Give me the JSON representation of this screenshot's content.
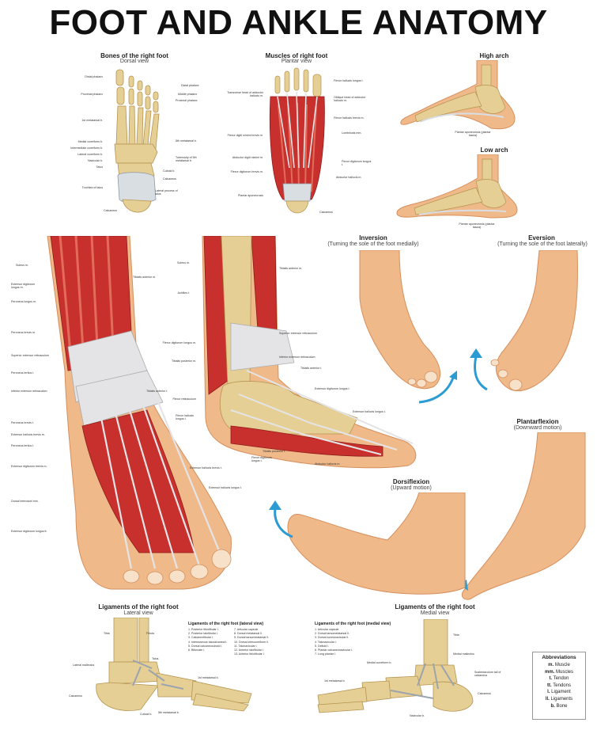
{
  "title": "FOOT AND ANKLE ANATOMY",
  "panels": {
    "bones": {
      "title": "Bones of the right foot",
      "subtitle": "Dorsal view",
      "labels_left": [
        "Distal phalanx",
        "Proximal phalanx",
        "1st metatarsal b.",
        "Medial cuneiform b.",
        "Intermediate cuneiform b.",
        "Lateral cuneiform b.",
        "Navicular b.",
        "Talus",
        "Trochlea of talus",
        "Calcaneus"
      ],
      "labels_right": [
        "Distal phalanx",
        "Middle phalanx",
        "Proximal phalanx",
        "5th metatarsal b.",
        "Tuberosity of 5th metatarsal b.",
        "Cuboid b.",
        "Calcaneus",
        "Lateral process of talus"
      ]
    },
    "muscles": {
      "title": "Muscles of right foot",
      "subtitle": "Plantar view",
      "labels_left": [
        "Transverse head of adductor hallucis m.",
        "Flexor digiti minimi brevis m.",
        "Abductor digiti minimi m.",
        "Flexor digitorum brevis m.",
        "Plantar aponeurosis"
      ],
      "labels_right": [
        "Flexor hallucis longus t.",
        "Oblique head of adductor hallucis m.",
        "Flexor hallucis brevis m.",
        "Lumbricals mm.",
        "Flexor digitorum longus t.",
        "Abductor hallucis m.",
        "Calcaneus"
      ]
    },
    "high_arch": {
      "title": "High arch",
      "label": "Plantar aponeurosis (plantar fascia)"
    },
    "low_arch": {
      "title": "Low arch",
      "label": "Plantar aponeurosis (plantar fascia)"
    },
    "front": {
      "labels_left": [
        "Soleus m.",
        "Extensor digitorum longus m.",
        "Peroneus longus m.",
        "Peroneus brevis m.",
        "Superior extensor retinaculum",
        "Peroneus tertius t.",
        "Inferior extensor retinaculum",
        "Peroneus brevis t.",
        "Extensor hallucis brevis m.",
        "Peroneus tertius t.",
        "Extensor digitorum brevis m.",
        "Dorsal interossei mm.",
        "Extensor digitorum longus tt."
      ],
      "labels_right": [
        "Tibialis anterior m.",
        "Tibialis anterior t.",
        "Extensor hallucis brevis t.",
        "Extensor hallucis longus t."
      ]
    },
    "medial": {
      "labels_left": [
        "Soleus m.",
        "Achilles t.",
        "Flexor digitorum longus m.",
        "Tibialis posterior m.",
        "Flexor retinaculum",
        "Flexor hallucis longus t."
      ],
      "labels_right": [
        "Tibialis anterior m.",
        "Superior extensor retinaculum",
        "Inferior extensor retinaculum",
        "Tibialis anterior t.",
        "Extensor digitorum longus t.",
        "Extensor hallucis longus t."
      ],
      "labels_bottom": [
        "Tibialis posterior t.",
        "Flexor digitorum longus t.",
        "Abductor hallucis m."
      ]
    },
    "inversion": {
      "title": "Inversion",
      "subtitle": "(Turning the sole of the foot medially)"
    },
    "eversion": {
      "title": "Eversion",
      "subtitle": "(Turning the sole of the foot laterally)"
    },
    "plantarflexion": {
      "title": "Plantarflexion",
      "subtitle": "(Downward motion)"
    },
    "dorsiflexion": {
      "title": "Dorsiflexion",
      "subtitle": "(Upward motion)"
    },
    "lig_lateral": {
      "title": "Ligaments of the right foot",
      "subtitle": "Lateral view",
      "labels": [
        "Tibia",
        "Fibula",
        "Lateral malleolus",
        "Calcaneus",
        "Talus",
        "Cuboid b.",
        "5th metatarsal b.",
        "1st metatarsal b."
      ]
    },
    "lig_lateral_list": {
      "title": "Ligaments of the right foot (lateral view)",
      "col1": [
        "1. Posterior tibiofibular l.",
        "2. Posterior talofibular l.",
        "3. Calcaneofibular l.",
        "4. Interosseous talocalcaneal l.",
        "5. Dorsal calcaneocuboid l.",
        "6. Bifurcate l."
      ],
      "col2": [
        "7. Articular capsule",
        "8. Dorsal metatarsal ll.",
        "9. Dorsal tarsometatarsal ll.",
        "10. Dorsal intercuneiform ll.",
        "11. Talonavicular l.",
        "12. Anterior talofibular l.",
        "13. Anterior tibiofibular l."
      ]
    },
    "lig_medial_list": {
      "title": "Ligaments of the right foot (medial view)",
      "items": [
        "1. Articular capsule",
        "2. Dorsal tarsometatarsal ll.",
        "3. Dorsal cuneonavicular ll.",
        "4. Talonavicular l.",
        "5. Deltoid l.",
        "6. Plantar calcaneonavicular l.",
        "7. Long plantar l."
      ]
    },
    "lig_medial": {
      "title": "Ligaments of the right foot",
      "subtitle": "Medial view",
      "labels": [
        "Tibia",
        "Medial malleolus",
        "Sustentaculum tali of calcaneus",
        "Calcaneus",
        "Medial cuneiform b.",
        "1st metatarsal b.",
        "Navicular b."
      ]
    }
  },
  "abbreviations": {
    "title": "Abbreviations",
    "rows": [
      {
        "abbr": "m.",
        "text": "Muscle"
      },
      {
        "abbr": "mm.",
        "text": "Muscles"
      },
      {
        "abbr": "t.",
        "text": "Tendon"
      },
      {
        "abbr": "tt.",
        "text": "Tendons"
      },
      {
        "abbr": "l.",
        "text": "Ligament"
      },
      {
        "abbr": "ll.",
        "text": "Ligaments"
      },
      {
        "abbr": "b.",
        "text": "Bone"
      }
    ]
  },
  "colors": {
    "bone": "#e6cf95",
    "bone_dark": "#b59450",
    "muscle": "#c8302e",
    "muscle_light": "#e26b5a",
    "skin": "#f0b98a",
    "skin_dark": "#d68f5c",
    "tendon": "#e4e4e6",
    "arrow": "#2a9bd3"
  }
}
